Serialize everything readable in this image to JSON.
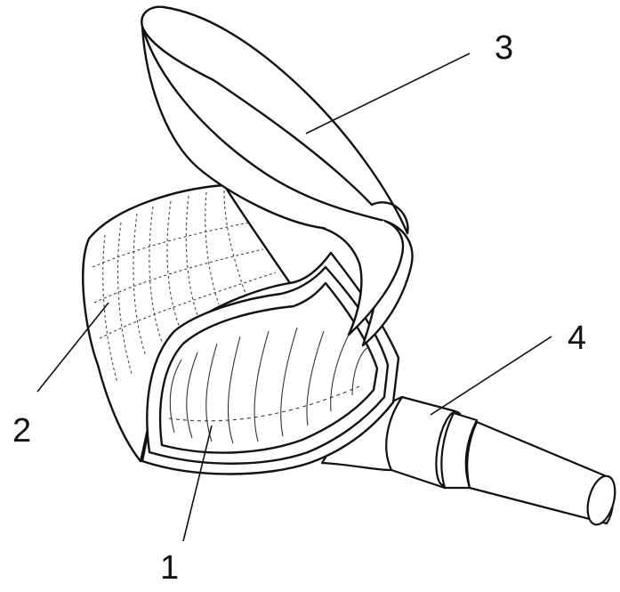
{
  "figure": {
    "callouts": [
      {
        "id": "1",
        "label": "1"
      },
      {
        "id": "2",
        "label": "2"
      },
      {
        "id": "3",
        "label": "3"
      },
      {
        "id": "4",
        "label": "4"
      }
    ]
  },
  "colors": {
    "line": "#111111",
    "background": "#ffffff"
  }
}
